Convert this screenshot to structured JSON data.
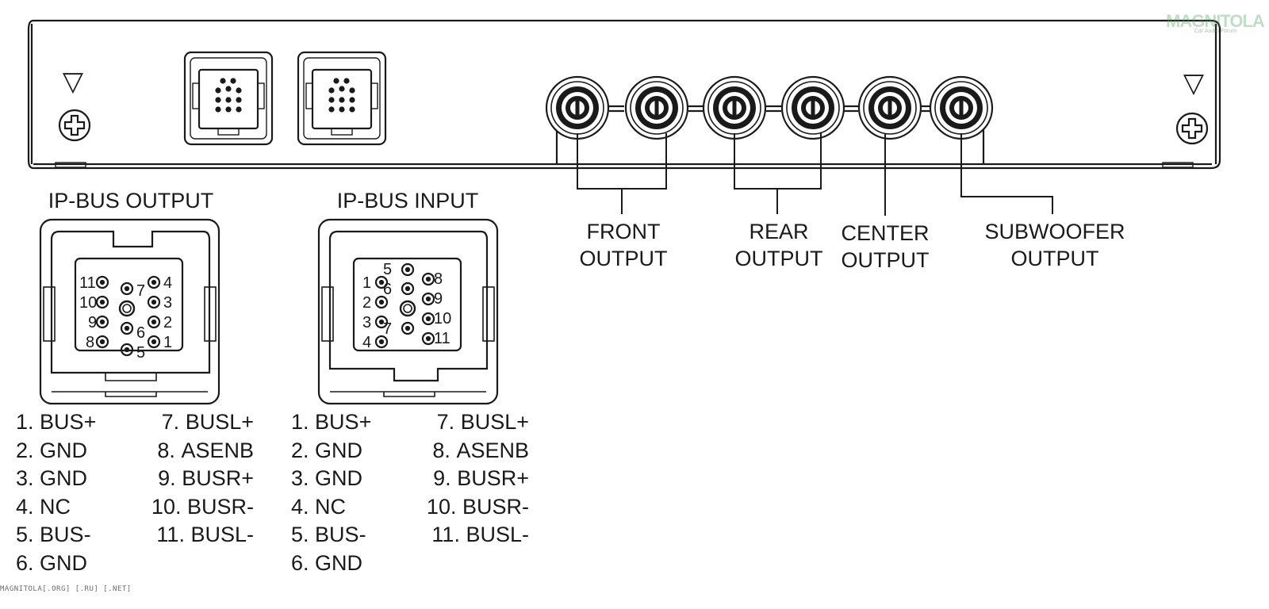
{
  "connectors": {
    "output": {
      "title": "IP-BUS OUTPUT",
      "pin_labels": {
        "p1": "1",
        "p2": "2",
        "p3": "3",
        "p4": "4",
        "p5": "5",
        "p6": "6",
        "p7": "7",
        "p8": "8",
        "p9": "9",
        "p10": "10",
        "p11": "11"
      },
      "pinout_left": [
        {
          "num": "1.",
          "label": "BUS+"
        },
        {
          "num": "2.",
          "label": "GND"
        },
        {
          "num": "3.",
          "label": "GND"
        },
        {
          "num": "4.",
          "label": "NC"
        },
        {
          "num": "5.",
          "label": "BUS-"
        },
        {
          "num": "6.",
          "label": "GND"
        }
      ],
      "pinout_right": [
        {
          "num": "7.",
          "label": "BUSL+"
        },
        {
          "num": "8.",
          "label": "ASENB"
        },
        {
          "num": "9.",
          "label": "BUSR+"
        },
        {
          "num": "10.",
          "label": "BUSR-"
        },
        {
          "num": "11.",
          "label": "BUSL-"
        }
      ]
    },
    "input": {
      "title": "IP-BUS INPUT",
      "pin_labels": {
        "p1": "1",
        "p2": "2",
        "p3": "3",
        "p4": "4",
        "p5": "5",
        "p6": "6",
        "p7": "7",
        "p8": "8",
        "p9": "9",
        "p10": "10",
        "p11": "11"
      },
      "pinout_left": [
        {
          "num": "1.",
          "label": "BUS+"
        },
        {
          "num": "2.",
          "label": "GND"
        },
        {
          "num": "3.",
          "label": "GND"
        },
        {
          "num": "4.",
          "label": "NC"
        },
        {
          "num": "5.",
          "label": "BUS-"
        },
        {
          "num": "6.",
          "label": "GND"
        }
      ],
      "pinout_right": [
        {
          "num": "7.",
          "label": "BUSL+"
        },
        {
          "num": "8.",
          "label": "ASENB"
        },
        {
          "num": "9.",
          "label": "BUSR+"
        },
        {
          "num": "10.",
          "label": "BUSR-"
        },
        {
          "num": "11.",
          "label": "BUSL-"
        }
      ]
    }
  },
  "rca_outputs": {
    "front": {
      "line1": "FRONT",
      "line2": "OUTPUT"
    },
    "rear": {
      "line1": "REAR",
      "line2": "OUTPUT"
    },
    "center": {
      "line1": "CENTER",
      "line2": "OUTPUT"
    },
    "subwoofer": {
      "line1": "SUBWOOFER",
      "line2": "OUTPUT"
    }
  },
  "markers": {
    "triangle": "▽"
  },
  "watermark": {
    "text": "MAGNITOLA",
    "sub": "Car Audio Forum"
  },
  "footer": "MAGNITOLA[.ORG] [.RU] [.NET]",
  "colors": {
    "ink": "#1a1a1a",
    "background": "#ffffff",
    "watermark": "#4aa05a"
  }
}
